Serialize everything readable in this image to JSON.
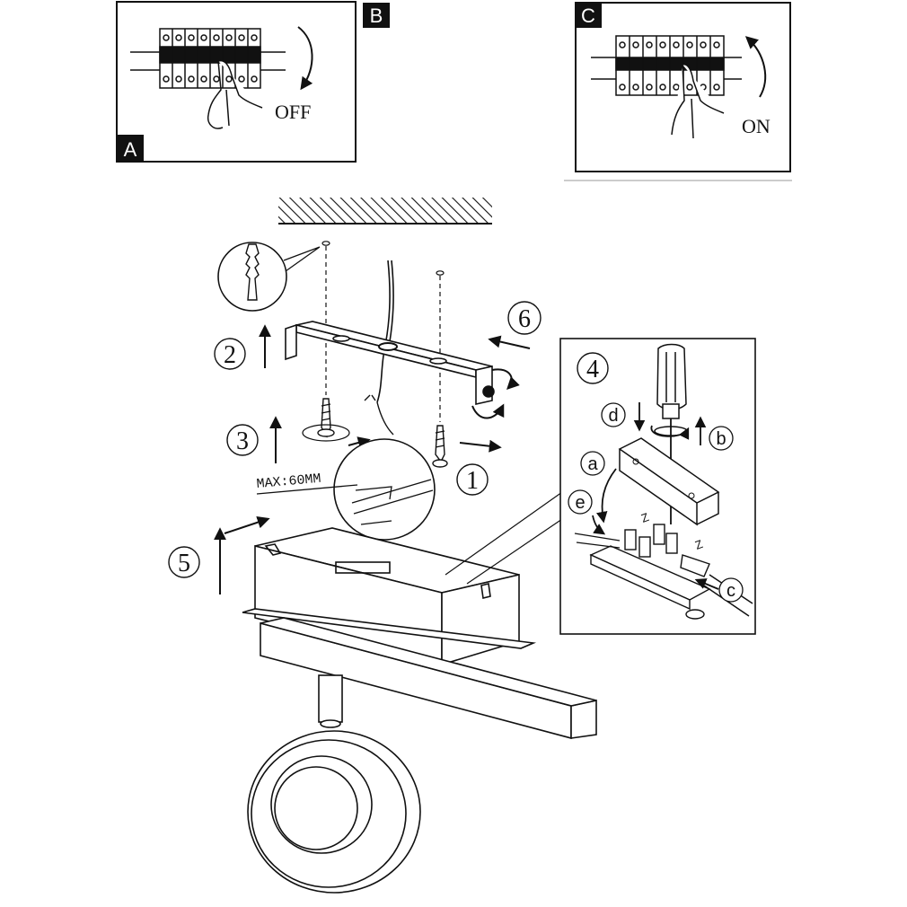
{
  "panels": {
    "breaker_off": {
      "tag_top": "B",
      "tag_bottom": "A",
      "action": "OFF"
    },
    "breaker_on": {
      "tag_top": "C",
      "action": "ON"
    }
  },
  "steps": {
    "s1": "1",
    "s2": "2",
    "s3": "3",
    "s4": "4",
    "s5": "5",
    "s6": "6"
  },
  "max_cable_label": "MAX:60MM",
  "terminal_labels": {
    "a": "a",
    "b": "b",
    "c": "c",
    "d": "d",
    "e": "e"
  },
  "colors": {
    "line": "#111111",
    "background": "#ffffff",
    "tag_fill": "#111111"
  }
}
